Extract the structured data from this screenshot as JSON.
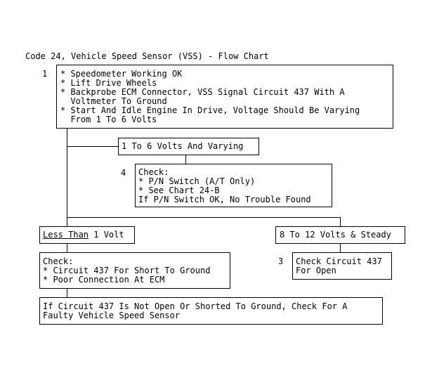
{
  "title": "Code 24, Vehicle Speed Sensor (VSS) - Flow Chart",
  "step1": {
    "number": "1",
    "lines": [
      "* Speedometer Working OK",
      "* Lift Drive Wheels",
      "* Backprobe ECM Connector, VSS Signal Circuit 437 With A",
      "  Voltmeter To Ground",
      "* Start And Idle Engine In Drive, Voltage Should Be Varying",
      "  From 1 To 6 Volts"
    ]
  },
  "varying": {
    "label": "1 To 6 Volts And Varying"
  },
  "step4": {
    "number": "4",
    "lines": [
      "Check:",
      "* P/N Switch (A/T Only)",
      "* See Chart 24-B",
      "If P/N Switch OK, No Trouble Found"
    ]
  },
  "less_than": {
    "underlined": "Less Than",
    "rest": " 1 Volt"
  },
  "steady": {
    "label": "8 To 12 Volts & Steady"
  },
  "check_short": {
    "lines": [
      "Check:",
      "* Circuit 437 For Short To Ground",
      "* Poor Connection At ECM"
    ]
  },
  "step3": {
    "number": "3",
    "lines": [
      "Check Circuit 437",
      "For Open"
    ]
  },
  "final": {
    "lines": [
      "If Circuit 437 Is Not Open Or Shorted To Ground, Check For A",
      "Faulty Vehicle Speed Sensor"
    ]
  }
}
